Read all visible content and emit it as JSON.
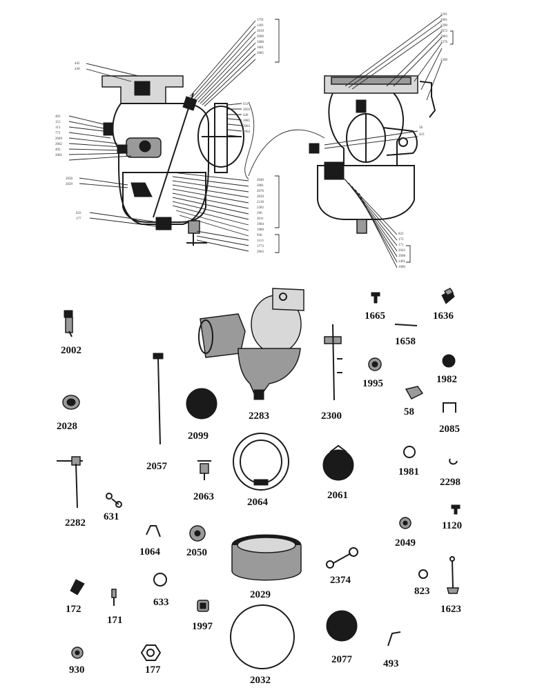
{
  "top_left_callouts": {
    "left_col": [
      "445",
      "430",
      "492",
      "151",
      "113",
      "771",
      "2049",
      "2062",
      "493",
      "2002",
      "2058",
      "2029"
    ],
    "right_upper": [
      "1791",
      "1491",
      "2010",
      "2090",
      "1686",
      "1661",
      "2085"
    ],
    "right_mid": [
      "631",
      "2050",
      "428",
      "2085",
      "2063",
      "1964"
    ],
    "right_bottom": [
      "2040",
      "2081",
      "2076",
      "2030",
      "2130",
      "2282",
      "290",
      "2011",
      "1984",
      "1980",
      "930"
    ],
    "bottom_group": [
      "1113",
      "1773",
      "2063"
    ],
    "left_bottom": [
      "633",
      "177"
    ]
  },
  "top_right_callouts": {
    "upper": [
      "2291",
      "2001",
      "2290",
      "2072",
      "2083",
      "2276",
      "2300"
    ],
    "mid": [
      "58",
      "423"
    ],
    "bottom": [
      "823",
      "172",
      "171",
      "2042",
      "2098",
      "2401",
      "1686"
    ]
  },
  "parts": [
    {
      "id": "p2002",
      "label": "2002"
    },
    {
      "id": "p2028",
      "label": "2028"
    },
    {
      "id": "p2282",
      "label": "2282"
    },
    {
      "id": "p631",
      "label": "631"
    },
    {
      "id": "p1064",
      "label": "1064"
    },
    {
      "id": "p172",
      "label": "172"
    },
    {
      "id": "p171",
      "label": "171"
    },
    {
      "id": "p633",
      "label": "633"
    },
    {
      "id": "p930",
      "label": "930"
    },
    {
      "id": "p177",
      "label": "177"
    },
    {
      "id": "p2057",
      "label": "2057"
    },
    {
      "id": "p2099",
      "label": "2099"
    },
    {
      "id": "p2063",
      "label": "2063"
    },
    {
      "id": "p2050",
      "label": "2050"
    },
    {
      "id": "p1997",
      "label": "1997"
    },
    {
      "id": "p2283",
      "label": "2283"
    },
    {
      "id": "p2064",
      "label": "2064"
    },
    {
      "id": "p2029",
      "label": "2029"
    },
    {
      "id": "p2032",
      "label": "2032"
    },
    {
      "id": "p2300",
      "label": "2300"
    },
    {
      "id": "p2061",
      "label": "2061"
    },
    {
      "id": "p2374",
      "label": "2374"
    },
    {
      "id": "p2077",
      "label": "2077"
    },
    {
      "id": "p1665",
      "label": "1665"
    },
    {
      "id": "p1658",
      "label": "1658"
    },
    {
      "id": "p1995",
      "label": "1995"
    },
    {
      "id": "p58",
      "label": "58"
    },
    {
      "id": "p1981",
      "label": "1981"
    },
    {
      "id": "p2049",
      "label": "2049"
    },
    {
      "id": "p823",
      "label": "823"
    },
    {
      "id": "p493",
      "label": "493"
    },
    {
      "id": "p1636",
      "label": "1636"
    },
    {
      "id": "p1982",
      "label": "1982"
    },
    {
      "id": "p2085",
      "label": "2085"
    },
    {
      "id": "p2298",
      "label": "2298"
    },
    {
      "id": "p1120",
      "label": "1120"
    },
    {
      "id": "p1623",
      "label": "1623"
    }
  ]
}
